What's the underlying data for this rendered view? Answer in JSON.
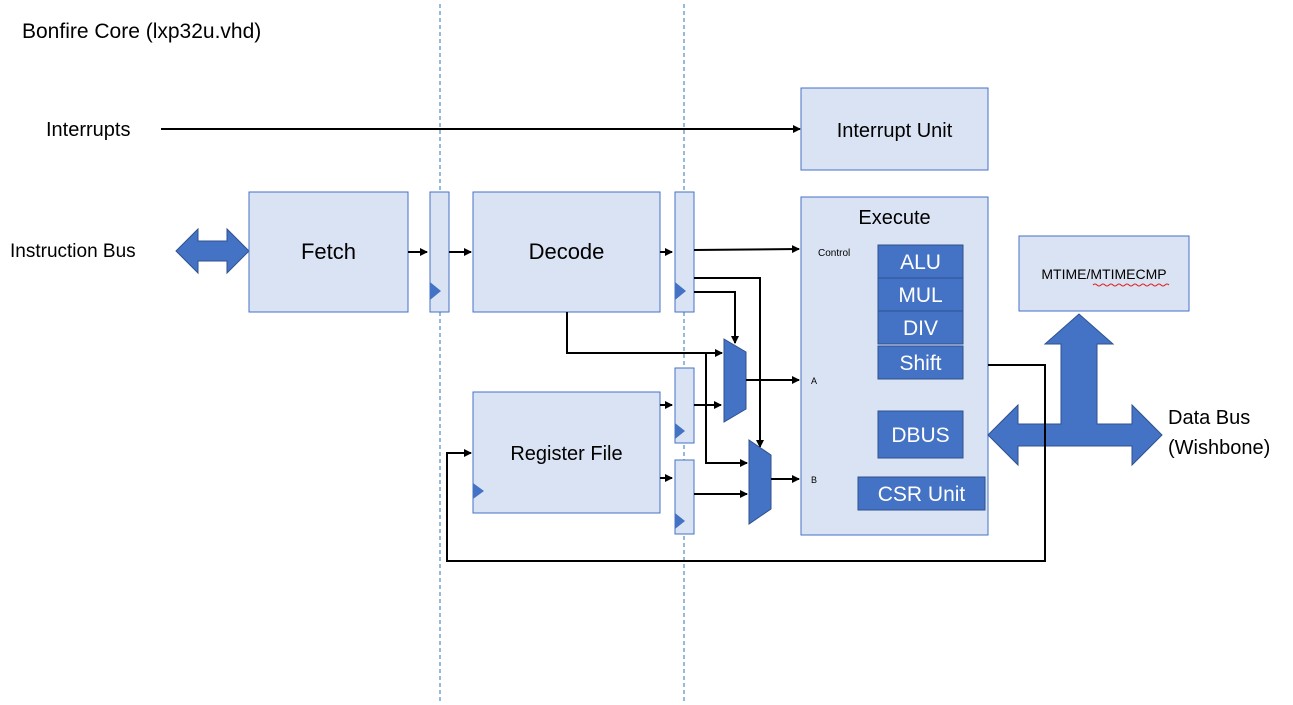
{
  "title": "Bonfire Core (lxp32u.vhd)",
  "labels": {
    "interrupts": "Interrupts",
    "instruction_bus": "Instruction Bus",
    "data_bus_line1": "Data Bus",
    "data_bus_line2": "(Wishbone)",
    "control": "Control",
    "port_a": "A",
    "port_b": "B"
  },
  "blocks": {
    "interrupt_unit": "Interrupt Unit",
    "fetch": "Fetch",
    "decode": "Decode",
    "register_file": "Register File",
    "execute": "Execute",
    "mtime": "MTIME/MTIMECMP"
  },
  "execute_units": {
    "alu": "ALU",
    "mul": "MUL",
    "div": "DIV",
    "shift": "Shift",
    "dbus": "DBUS",
    "csr": "CSR Unit"
  },
  "colors": {
    "block_fill": "#dae3f3",
    "block_stroke": "#4472c4",
    "unit_fill": "#4472c4",
    "unit_stroke": "#2f528f",
    "arrow_fill": "#4472c4",
    "line": "#000000",
    "divider": "#2e75b6"
  }
}
